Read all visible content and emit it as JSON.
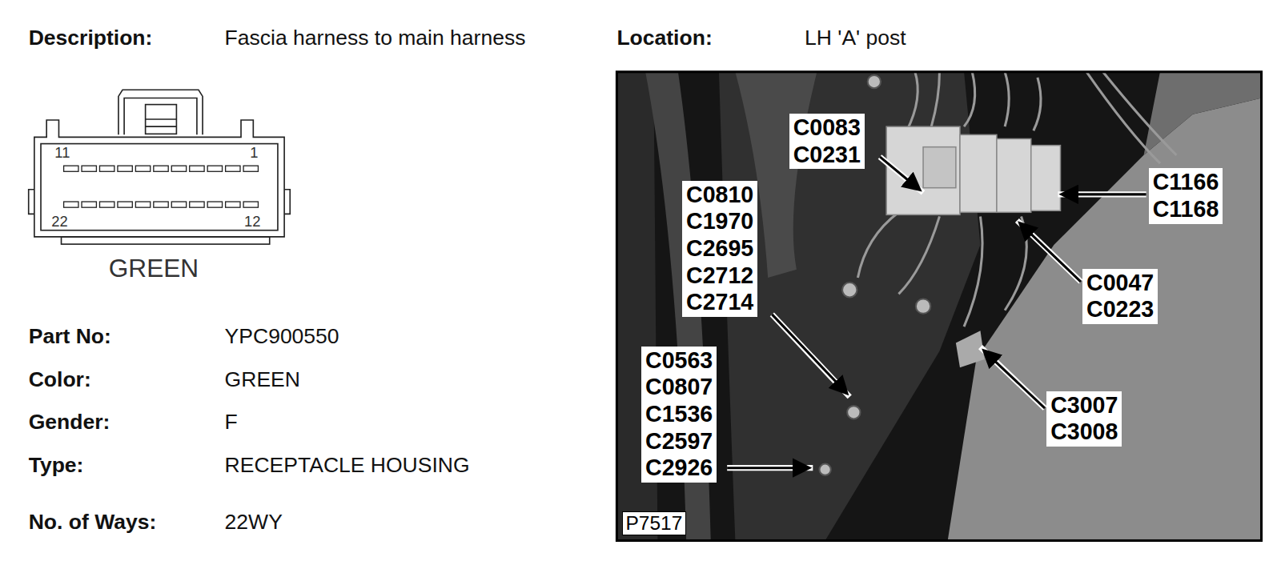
{
  "diagram": {
    "labels": [
      "Description:",
      "Fascia harness to main harness",
      "Location:",
      "LH 'A' post",
      "11",
      "1",
      "22",
      "12",
      "GREEN",
      "Part No:",
      "YPC900550",
      "Color:",
      "GREEN",
      "Gender:",
      "F",
      "Type:",
      "RECEPTACLE HOUSING",
      "No. of Ways:",
      "22WY",
      "C0083",
      "C0231",
      "C0810",
      "C1970",
      "C2695",
      "C2712",
      "C2714",
      "C1166",
      "C1168",
      "C0047",
      "C0223",
      "C0563",
      "C0807",
      "C1536",
      "C2597",
      "C2926",
      "C3007",
      "C3008",
      "P7517"
    ]
  }
}
